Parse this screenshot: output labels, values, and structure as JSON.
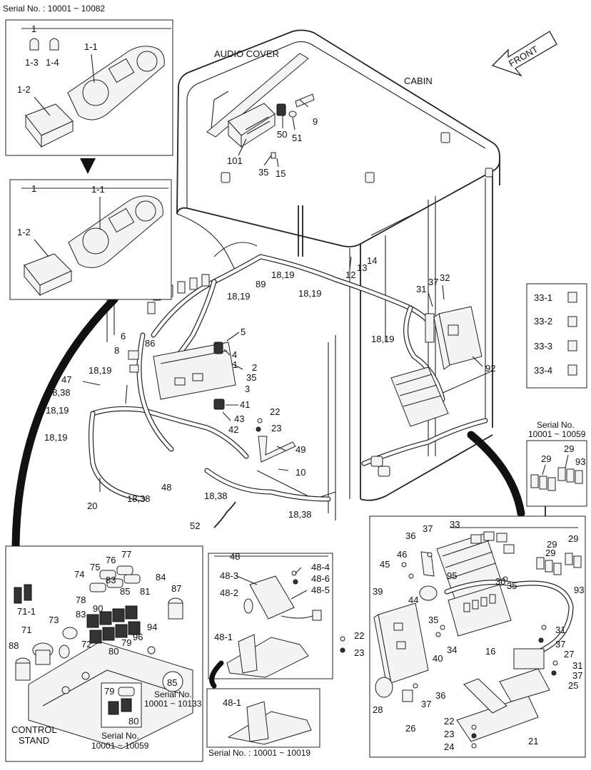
{
  "header": {
    "serial_top": "Serial No. : 10001 ~ 10082",
    "serial_bottom": "Serial No. : 10001 ~ 10019"
  },
  "headings": {
    "audio_cover": "AUDIO COVER",
    "cabin": "CABIN",
    "front": "FRONT",
    "control_stand_1": "CONTROL",
    "control_stand_2": "STAND"
  },
  "inset_gauge_top": {
    "num": "1",
    "a": "1-1",
    "b": "1-2",
    "c": "1-3",
    "d": "1-4"
  },
  "inset_gauge_mid": {
    "num": "1",
    "a": "1-1",
    "b": "1-2"
  },
  "inset_fuse": {
    "items": [
      "33-1",
      "33-2",
      "33-3",
      "33-4"
    ]
  },
  "inset_relay": {
    "serial_label": "Serial No.",
    "serial_range": "10001 ~ 10059",
    "l1": "29",
    "l2": "29",
    "l3": "93"
  },
  "inset_switch": {
    "serial_a_label": "Serial No.",
    "serial_a_range": "10001 ~ 10133",
    "serial_b_label": "Serial No.",
    "serial_b_range": "10001 ~ 10059"
  },
  "inset_pedal": {
    "title": "48"
  },
  "inset_pedal_lower": {
    "label": "48-1"
  },
  "inset_fusebox": {
    "title": "33"
  },
  "callouts": {
    "main": [
      {
        "t": "9"
      },
      {
        "t": "50"
      },
      {
        "t": "51"
      },
      {
        "t": "101"
      },
      {
        "t": "35"
      },
      {
        "t": "15"
      },
      {
        "t": "12"
      },
      {
        "t": "13"
      },
      {
        "t": "14"
      },
      {
        "t": "37"
      },
      {
        "t": "32"
      },
      {
        "t": "31"
      },
      {
        "t": "18,19"
      },
      {
        "t": "18,19"
      },
      {
        "t": "18,19"
      },
      {
        "t": "18,19"
      },
      {
        "t": "89"
      },
      {
        "t": "92"
      },
      {
        "t": "6"
      },
      {
        "t": "8"
      },
      {
        "t": "86"
      },
      {
        "t": "5"
      },
      {
        "t": "4"
      },
      {
        "t": "1"
      },
      {
        "t": "2"
      },
      {
        "t": "35"
      },
      {
        "t": "3"
      },
      {
        "t": "47"
      },
      {
        "t": "18,19"
      },
      {
        "t": "18,38"
      },
      {
        "t": "18,19"
      },
      {
        "t": "18,19"
      },
      {
        "t": "41"
      },
      {
        "t": "43"
      },
      {
        "t": "42"
      },
      {
        "t": "22"
      },
      {
        "t": "23"
      },
      {
        "t": "49"
      },
      {
        "t": "10"
      },
      {
        "t": "20"
      },
      {
        "t": "48"
      },
      {
        "t": "18,38"
      },
      {
        "t": "18,38"
      },
      {
        "t": "18,38"
      },
      {
        "t": "52"
      }
    ],
    "switch": [
      {
        "t": "77"
      },
      {
        "t": "76"
      },
      {
        "t": "75"
      },
      {
        "t": "74"
      },
      {
        "t": "84"
      },
      {
        "t": "83"
      },
      {
        "t": "85"
      },
      {
        "t": "81"
      },
      {
        "t": "78"
      },
      {
        "t": "90"
      },
      {
        "t": "87"
      },
      {
        "t": "83"
      },
      {
        "t": "94"
      },
      {
        "t": "71-1"
      },
      {
        "t": "73"
      },
      {
        "t": "71"
      },
      {
        "t": "96"
      },
      {
        "t": "88"
      },
      {
        "t": "72"
      },
      {
        "t": "80"
      },
      {
        "t": "79"
      },
      {
        "t": "85"
      },
      {
        "t": "79"
      },
      {
        "t": "80"
      }
    ],
    "pedal": [
      {
        "t": "48-4"
      },
      {
        "t": "48-3"
      },
      {
        "t": "48-6"
      },
      {
        "t": "48-5"
      },
      {
        "t": "48-2"
      },
      {
        "t": "48-1"
      },
      {
        "t": "22"
      },
      {
        "t": "23"
      }
    ],
    "fusebox": [
      {
        "t": "36"
      },
      {
        "t": "37"
      },
      {
        "t": "46"
      },
      {
        "t": "45"
      },
      {
        "t": "29"
      },
      {
        "t": "29"
      },
      {
        "t": "29"
      },
      {
        "t": "93"
      },
      {
        "t": "95"
      },
      {
        "t": "30"
      },
      {
        "t": "35"
      },
      {
        "t": "44"
      },
      {
        "t": "39"
      },
      {
        "t": "35"
      },
      {
        "t": "40"
      },
      {
        "t": "34"
      },
      {
        "t": "31"
      },
      {
        "t": "37"
      },
      {
        "t": "27"
      },
      {
        "t": "16"
      },
      {
        "t": "31"
      },
      {
        "t": "37"
      },
      {
        "t": "25"
      },
      {
        "t": "28"
      },
      {
        "t": "37"
      },
      {
        "t": "36"
      },
      {
        "t": "26"
      },
      {
        "t": "22"
      },
      {
        "t": "23"
      },
      {
        "t": "24"
      },
      {
        "t": "21"
      }
    ]
  }
}
